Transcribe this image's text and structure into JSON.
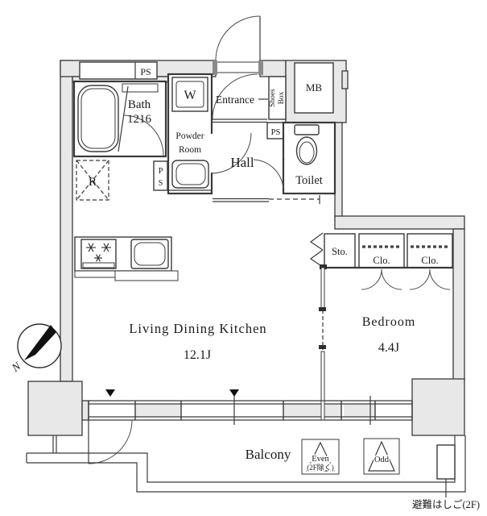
{
  "rooms": {
    "bath": {
      "label": "Bath",
      "size": "1216"
    },
    "powder_room": {
      "line1": "Powder",
      "line2": "Room"
    },
    "washing_machine": "W",
    "entrance": "Entrance",
    "shoes_box": {
      "line1": "Shoes",
      "line2": "Box"
    },
    "meter_box": "MB",
    "pipe_space_top": "PS",
    "pipe_space_left": {
      "line1": "P",
      "line2": "S"
    },
    "pipe_space_hall": "PS",
    "hall": "Hall",
    "toilet": "Toilet",
    "refrigerator": "R",
    "storage": "Sto.",
    "closet_left": "Clo.",
    "closet_right": "Clo.",
    "ldk": {
      "label": "Living Dining Kitchen",
      "size": "12.1J"
    },
    "bedroom": {
      "label": "Bedroom",
      "size": "4.4J"
    },
    "balcony": "Balcony"
  },
  "annotations": {
    "hatch_even": {
      "line1": "Even",
      "line2": "(2F除く)"
    },
    "hatch_odd": "Odd",
    "evacuation_ladder_note": "避難はしご(2F)",
    "compass_north": "N"
  },
  "colors": {
    "wall": "#e8e8e8",
    "line": "#3a3a3a",
    "closet_fill": "#d7ebf8",
    "window_pane": "#e9e9e9"
  }
}
